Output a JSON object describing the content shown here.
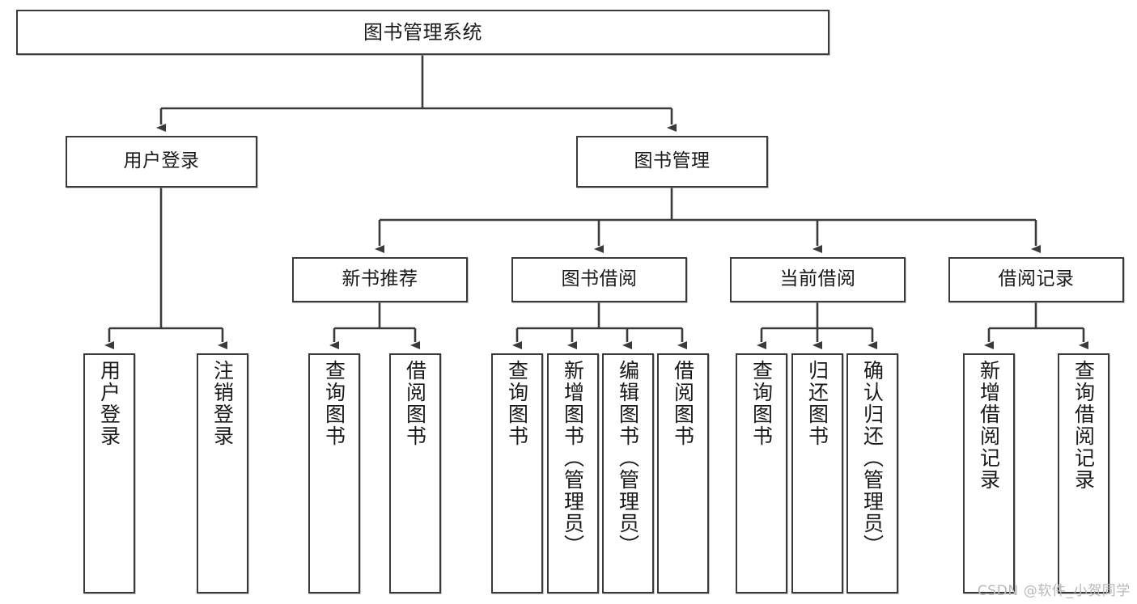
{
  "diagram": {
    "title": "图书管理系统",
    "watermark": "CSDN @软件_小贺同学",
    "colors": {
      "box_border": "#3a3a3a",
      "box_fill": "#ffffff",
      "edge": "#3a3a3a",
      "text": "#1a1a1a",
      "watermark": "#b8b8b8",
      "background": "#ffffff"
    }
  },
  "chart_data": {
    "type": "diagram",
    "subtype": "tree",
    "orientation": "top-down",
    "title": "图书管理系统",
    "levels": 4,
    "nodes": [
      {
        "id": "root",
        "label": "图书管理系统",
        "level": 0,
        "parent": null
      },
      {
        "id": "login",
        "label": "用户登录",
        "level": 1,
        "parent": "root"
      },
      {
        "id": "bookmgmt",
        "label": "图书管理",
        "level": 1,
        "parent": "root"
      },
      {
        "id": "newbook",
        "label": "新书推荐",
        "level": 2,
        "parent": "bookmgmt"
      },
      {
        "id": "borrow",
        "label": "图书借阅",
        "level": 2,
        "parent": "bookmgmt"
      },
      {
        "id": "current",
        "label": "当前借阅",
        "level": 2,
        "parent": "bookmgmt"
      },
      {
        "id": "record",
        "label": "借阅记录",
        "level": 2,
        "parent": "bookmgmt"
      },
      {
        "id": "leaf1",
        "label": "用户登录",
        "level": 2,
        "parent": "login"
      },
      {
        "id": "leaf2",
        "label": "注销登录",
        "level": 2,
        "parent": "login"
      },
      {
        "id": "leaf3",
        "label": "查询图书",
        "level": 3,
        "parent": "newbook"
      },
      {
        "id": "leaf4",
        "label": "借阅图书",
        "level": 3,
        "parent": "newbook"
      },
      {
        "id": "leaf5",
        "label": "查询图书",
        "level": 3,
        "parent": "borrow"
      },
      {
        "id": "leaf6",
        "label": "新增图书（管理员）",
        "level": 3,
        "parent": "borrow"
      },
      {
        "id": "leaf7",
        "label": "编辑图书（管理员）",
        "level": 3,
        "parent": "borrow"
      },
      {
        "id": "leaf8",
        "label": "借阅图书",
        "level": 3,
        "parent": "borrow"
      },
      {
        "id": "leaf9",
        "label": "查询图书",
        "level": 3,
        "parent": "current"
      },
      {
        "id": "leaf10",
        "label": "归还图书",
        "level": 3,
        "parent": "current"
      },
      {
        "id": "leaf11",
        "label": "确认归还（管理员）",
        "level": 3,
        "parent": "current"
      },
      {
        "id": "leaf12",
        "label": "新增借阅记录",
        "level": 3,
        "parent": "record"
      },
      {
        "id": "leaf13",
        "label": "查询借阅记录",
        "level": 3,
        "parent": "record"
      }
    ]
  },
  "nodes": {
    "root": {
      "label": "图书管理系统"
    },
    "login": {
      "label": "用户登录"
    },
    "bookmgmt": {
      "label": "图书管理"
    },
    "newbook": {
      "label": "新书推荐"
    },
    "borrow": {
      "label": "图书借阅"
    },
    "current": {
      "label": "当前借阅"
    },
    "record": {
      "label": "借阅记录"
    },
    "leaf1": {
      "label": "用户登录"
    },
    "leaf2": {
      "label": "注销登录"
    },
    "leaf3": {
      "label": "查询图书"
    },
    "leaf4": {
      "label": "借阅图书"
    },
    "leaf5": {
      "label": "查询图书"
    },
    "leaf6": {
      "label": "新增图书（管理员）"
    },
    "leaf7": {
      "label": "编辑图书（管理员）"
    },
    "leaf8": {
      "label": "借阅图书"
    },
    "leaf9": {
      "label": "查询图书"
    },
    "leaf10": {
      "label": "归还图书"
    },
    "leaf11": {
      "label": "确认归还（管理员）"
    },
    "leaf12": {
      "label": "新增借阅记录"
    },
    "leaf13": {
      "label": "查询借阅记录"
    }
  }
}
